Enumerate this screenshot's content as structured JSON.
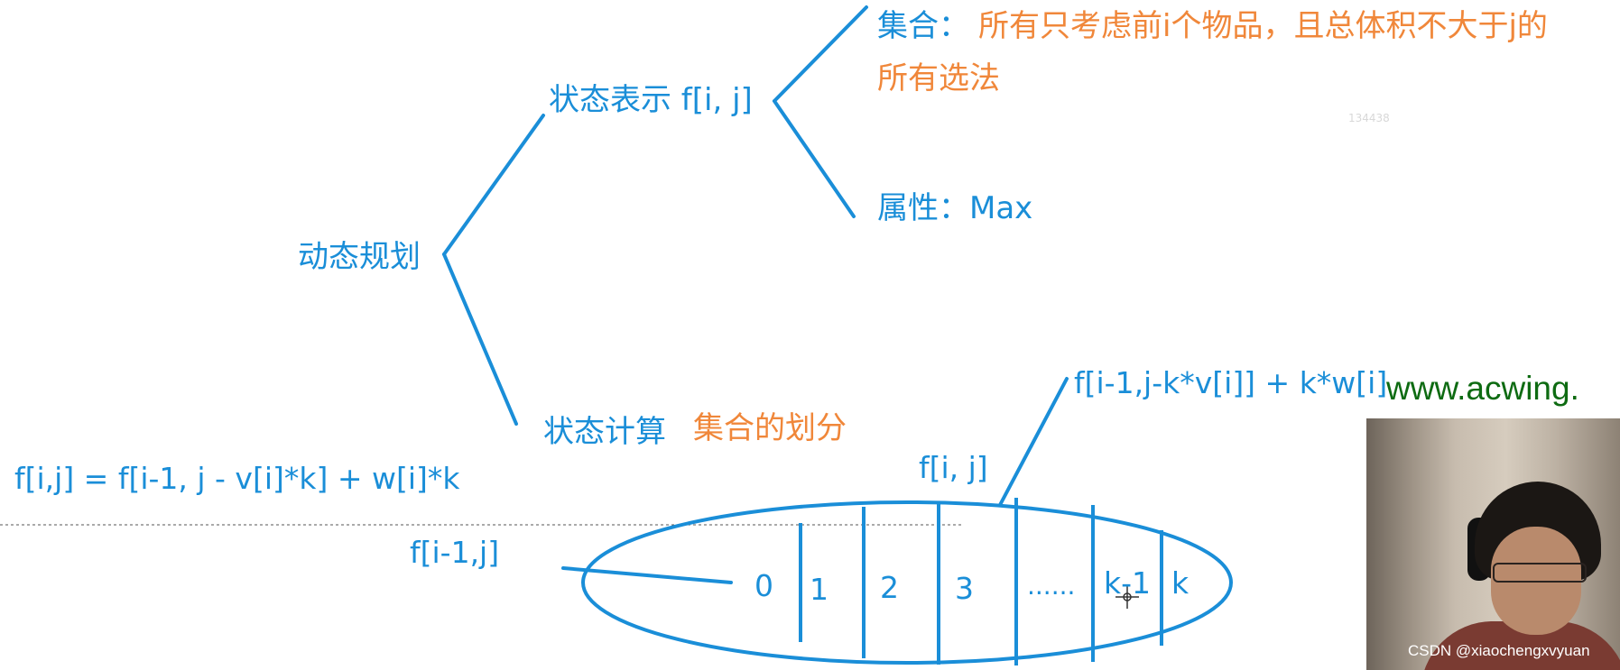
{
  "diagram": {
    "root": "动态规划",
    "state_repr": "状态表示 f[i, j]",
    "set_label": "集合：",
    "set_desc_line1": "所有只考虑前i个物品，且总体积不大于j的",
    "set_desc_line2": "所有选法",
    "attr": "属性：Max",
    "state_calc": "状态计算",
    "partition": "集合的划分",
    "formula": "f[i,j] = f[i-1, j - v[i]*k] + w[i]*k",
    "label_fij": "f[i, j]",
    "label_fi1j": "f[i-1,j]",
    "label_top": "f[i-1,j-k*v[i]] + k*w[i]",
    "cells": [
      "0",
      "1",
      "2",
      "3",
      "......",
      "k-1",
      "k"
    ],
    "tiny_number": "134438"
  },
  "overlay": {
    "site": "www.acwing.",
    "credit": "CSDN @xiaochengxvyuan"
  },
  "colors": {
    "blue": "#1a8ed8",
    "orange": "#f0873a",
    "green": "#0e6b12"
  }
}
